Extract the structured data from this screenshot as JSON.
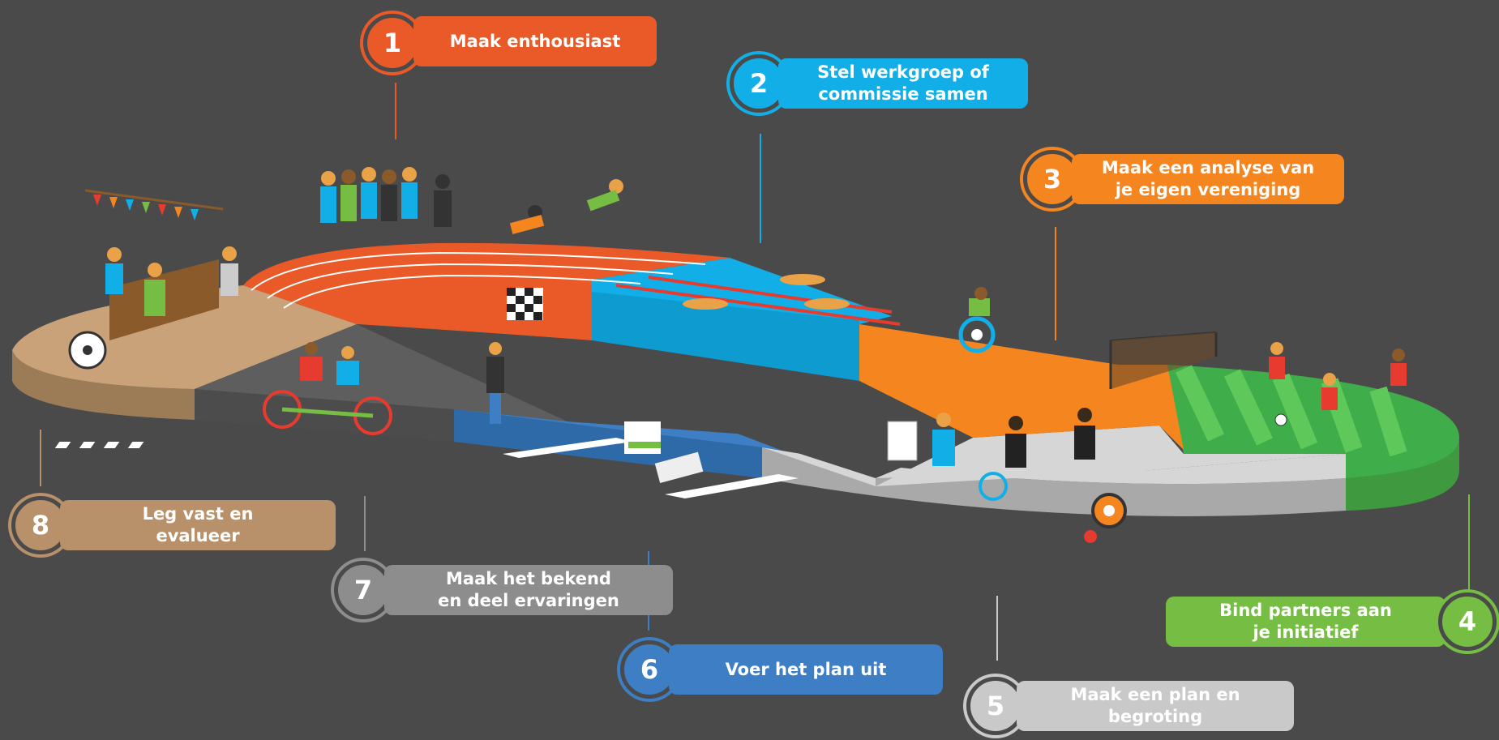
{
  "colors": {
    "step1": "#ea5a28",
    "step2": "#12aee7",
    "step3": "#f5851f",
    "step4": "#76bd43",
    "step5": "#c9c9c9",
    "step6": "#3d7ec4",
    "step7": "#8d8d8d",
    "step8": "#b8916a",
    "background": "#4a4a4a"
  },
  "steps": [
    {
      "number": "1",
      "label": "Maak enthousiast"
    },
    {
      "number": "2",
      "label": "Stel werkgroep of\ncommissie samen"
    },
    {
      "number": "3",
      "label": "Maak een analyse van\nje eigen vereniging"
    },
    {
      "number": "4",
      "label": "Bind partners aan\nje initiatief"
    },
    {
      "number": "5",
      "label": "Maak een plan en\nbegroting"
    },
    {
      "number": "6",
      "label": "Voer het plan uit"
    },
    {
      "number": "7",
      "label": "Maak het bekend\nen deel ervaringen"
    },
    {
      "number": "8",
      "label": "Leg vast en\nevalueer"
    }
  ]
}
